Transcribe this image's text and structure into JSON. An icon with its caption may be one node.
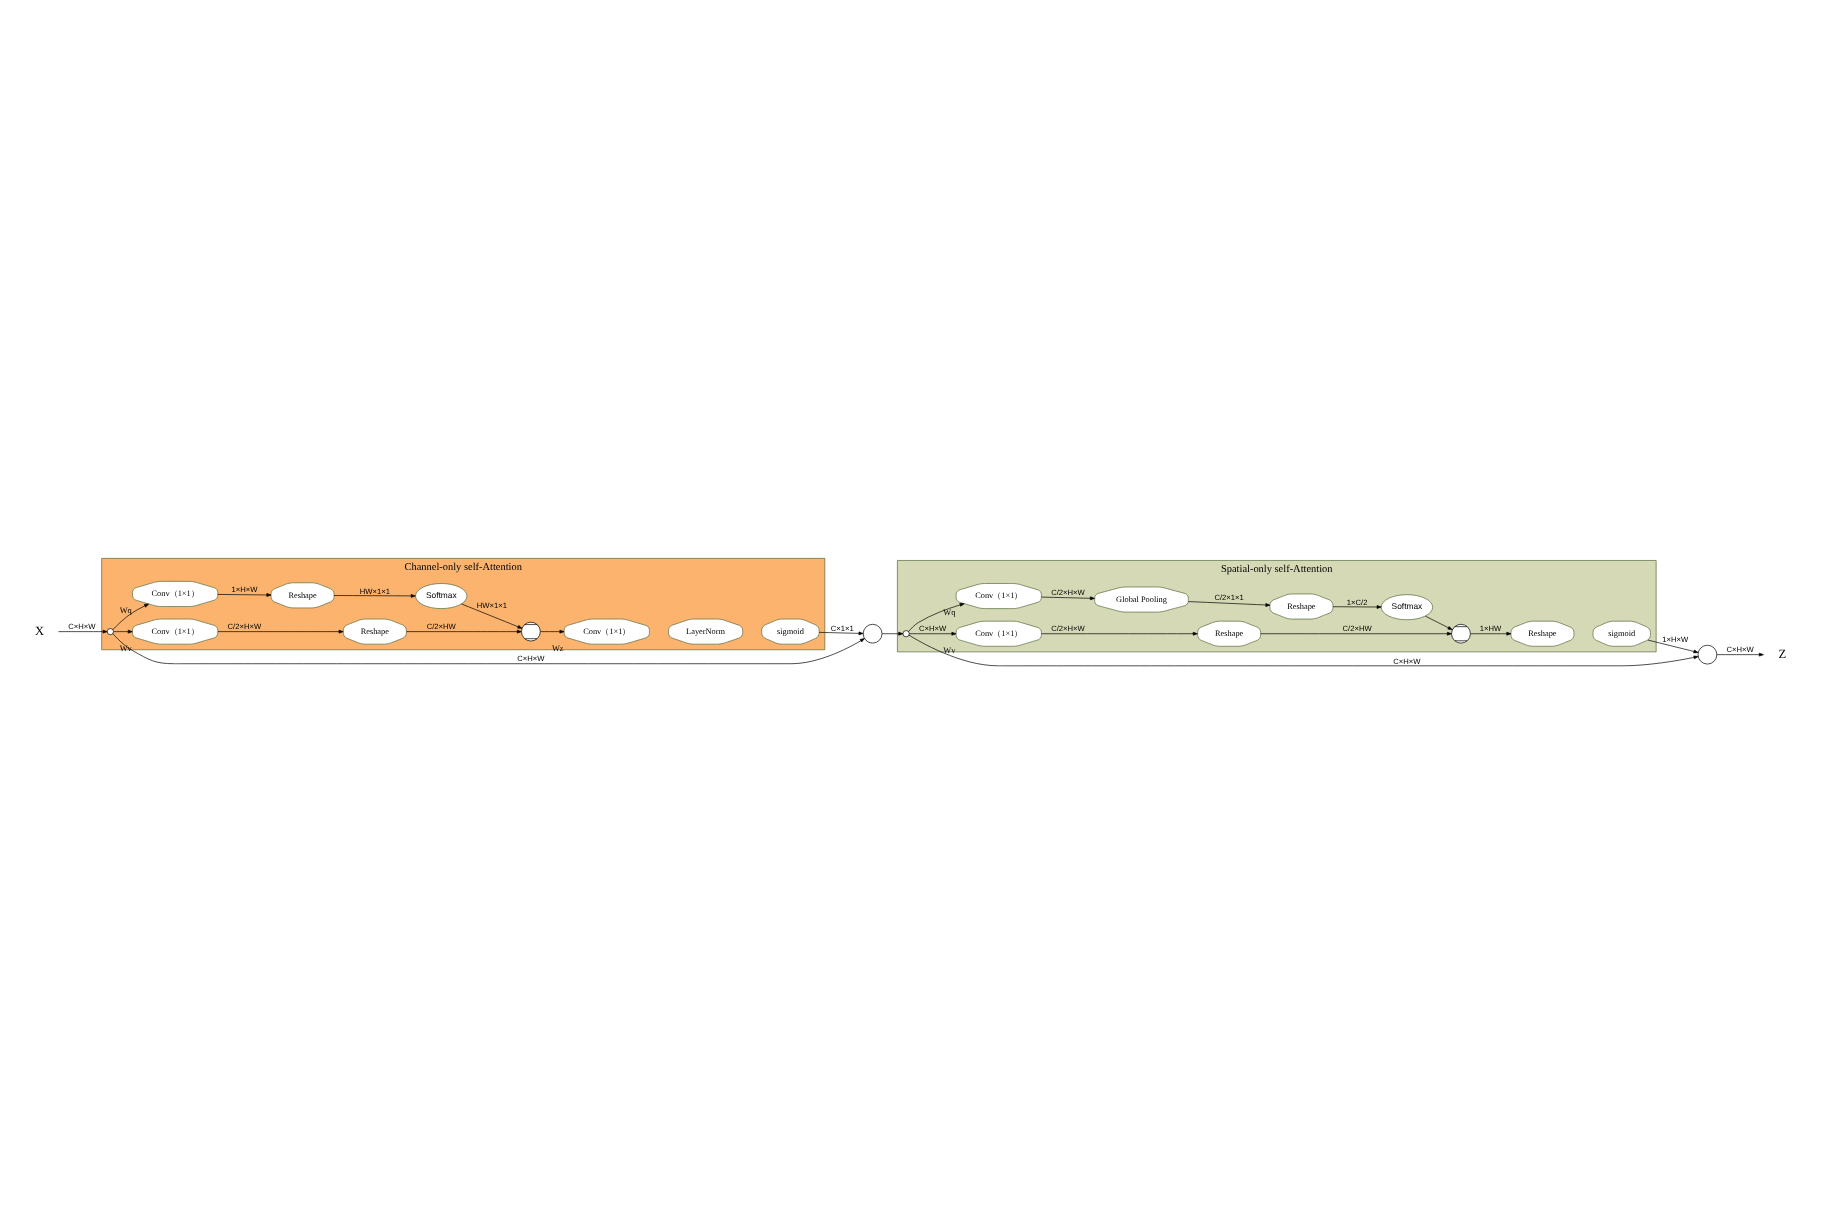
{
  "diagram": {
    "nodes": [
      {
        "text": [
          "Channel-only self-Attention"
        ]
      },
      {
        "text": [
          "X"
        ]
      },
      {
        "text": [],
        "shape": "circle",
        "in": 0
      },
      {
        "text": [
          "Conv（1×1）"
        ],
        "beside": [
          "Wv"
        ],
        "in": 0
      },
      {
        "text": [
          "Reshape"
        ],
        "in": 0
      },
      {
        "text": [
          "Conv（1×1）"
        ],
        "beside": [
          "Wq"
        ],
        "in": 0
      },
      {
        "text": [
          "Reshape"
        ],
        "in": 0
      },
      {
        "text": [
          "Softmax"
        ],
        "in": 0
      },
      {
        "text": [],
        "shape": "circle",
        "in": 0
      },
      {
        "text": [
          "Conv（1×1）"
        ],
        "beside": [
          "Wz"
        ],
        "in": 0
      },
      {
        "text": [
          "LayerNorm"
        ],
        "in": 0
      },
      {
        "text": [
          "sigmoid"
        ],
        "in": 0
      },
      {
        "text": [],
        "shape": "circle"
      },
      {
        "text": [
          "Spatial-only self-Attention"
        ]
      },
      {
        "text": [],
        "shape": "circle",
        "in": 13
      },
      {
        "text": [
          "Conv（1×1）"
        ],
        "beside": [
          "Wv"
        ],
        "in": 13
      },
      {
        "text": [
          "Reshape"
        ],
        "in": 13
      },
      {
        "text": [
          "Conv（1×1）"
        ],
        "beside": [
          "Wq"
        ],
        "in": 13
      },
      {
        "text": [
          "Global Pooling"
        ],
        "in": 13
      },
      {
        "text": [
          "Reshape"
        ],
        "in": 13
      },
      {
        "text": [
          "Softmax"
        ],
        "in": 13
      },
      {
        "text": [],
        "shape": "circle",
        "in": 13
      },
      {
        "text": [
          "Reshape"
        ],
        "in": 13
      },
      {
        "text": [
          "sigmoid"
        ],
        "in": 13
      },
      {
        "text": [],
        "shape": "circle"
      },
      {
        "text": [
          "Z"
        ]
      }
    ],
    "edges": [
      {
        "from": 1,
        "to": 2,
        "arrow": "to",
        "label": "C×H×W"
      },
      {
        "from": 2,
        "to": 3,
        "arrow": "to"
      },
      {
        "from": 2,
        "to": 5,
        "arrow": "to"
      },
      {
        "from": 3,
        "to": 4,
        "arrow": "to",
        "label": "C/2×H×W"
      },
      {
        "from": 5,
        "to": 6,
        "arrow": "to",
        "label": "1×H×W"
      },
      {
        "from": 4,
        "to": 8,
        "arrow": "to",
        "label": "C/2×HW"
      },
      {
        "from": 6,
        "to": 7,
        "arrow": "to",
        "label": "HW×1×1"
      },
      {
        "from": 7,
        "to": 8,
        "arrow": "to",
        "label": "HW×1×1"
      },
      {
        "from": 8,
        "to": 9,
        "arrow": "to"
      },
      {
        "from": 11,
        "to": 12,
        "arrow": "to",
        "label": "C×1×1"
      },
      {
        "from": 2,
        "to": 12,
        "arrow": "to",
        "label": "C×H×W"
      },
      {
        "from": 12,
        "to": 14,
        "arrow": "to"
      },
      {
        "from": 14,
        "to": 15,
        "arrow": "to",
        "label": "C×H×W"
      },
      {
        "from": 14,
        "to": 17,
        "arrow": "to"
      },
      {
        "from": 15,
        "to": 16,
        "arrow": "to",
        "label": "C/2×H×W"
      },
      {
        "from": 17,
        "to": 18,
        "arrow": "to",
        "label": "C/2×H×W"
      },
      {
        "from": 18,
        "to": 19,
        "arrow": "to",
        "label": "C/2×1×1"
      },
      {
        "from": 19,
        "to": 20,
        "arrow": "to",
        "label": "1×C/2"
      },
      {
        "from": 16,
        "to": 21,
        "arrow": "to",
        "label": "C/2×HW"
      },
      {
        "from": 20,
        "to": 21,
        "arrow": "to"
      },
      {
        "from": 21,
        "to": 22,
        "arrow": "to",
        "label": "1×HW"
      },
      {
        "from": 23,
        "to": 24,
        "arrow": "to",
        "label": "1×H×W"
      },
      {
        "from": 14,
        "to": 24,
        "arrow": "to",
        "label": "C×H×W"
      },
      {
        "from": 24,
        "to": 25,
        "arrow": "to",
        "label": "C×H×W"
      }
    ]
  }
}
